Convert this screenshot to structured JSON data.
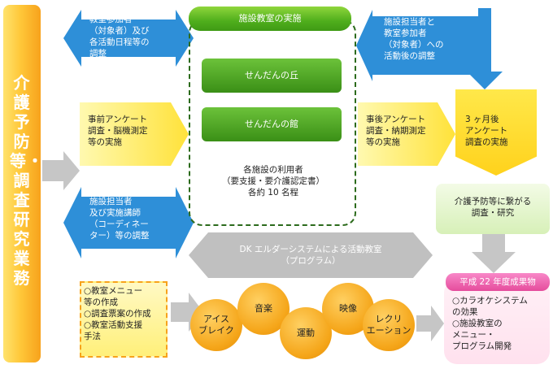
{
  "left_band": "介護予防等・調査研究業務",
  "blue_boxes": {
    "top_left": "教室参加者\n（対象者）及び\n各活動日程等の\n調整",
    "mid_left": "施設担当者\n及び実施講師\n（コーディネー\nター）等の調整",
    "top_right": "施設担当者と\n教室参加者\n（対象者）への\n活動後の調整"
  },
  "yellow_arrows": {
    "left": "事前アンケート\n調査・脳機測定\n等の実施",
    "right": "事後アンケート\n調査・納期測定\n等の実施",
    "three_months": "3 ヶ月後\nアンケート\n調査の実施"
  },
  "center": {
    "title": "施設教室の実施",
    "facility_1": "せんだんの丘",
    "facility_2": "せんだんの館",
    "users": "各施設の利用者\n（要支援・要介護認定書）\n各約 10 名程"
  },
  "green_right": "介護予防等に繋がる\n調査・研究",
  "program_band": "DK エルダーシステムによる活動教室\n（プログラム）",
  "menu_box": "○教室メニュー\n等の作成\n○調査票案の作成\n○教室活動支援\n手法",
  "balls": {
    "icebreak": "アイス\nブレイク",
    "music": "音楽",
    "exercise": "運動",
    "video": "映像",
    "recreation": "レクリ\nエーション"
  },
  "results": {
    "tag": "平成 22 年度成果物",
    "body": "○カラオケシステム\nの効果\n○施設教室の\nメニュー・\nプログラム開発"
  },
  "colors": {
    "blue": "#2e8fd8",
    "green": "#4fae1c",
    "orange": "#f5a61a",
    "gray": "#c4c4c4",
    "pink": "#e54c9c",
    "yellow": "#ffe94a"
  }
}
